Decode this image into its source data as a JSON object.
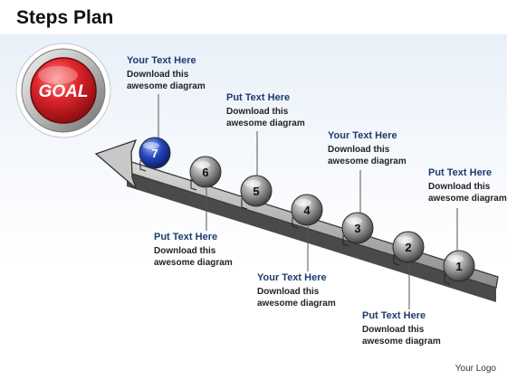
{
  "title": "Steps Plan",
  "goal_label": "GOAL",
  "footer": "Your Logo",
  "colors": {
    "goal_red": "#d8262c",
    "active_step_blue": "#1f3fa8",
    "step_gray": "#7a7a7a",
    "heading_text": "#1d3c6e"
  },
  "steps": [
    {
      "number": "1"
    },
    {
      "number": "2"
    },
    {
      "number": "3"
    },
    {
      "number": "4"
    },
    {
      "number": "5"
    },
    {
      "number": "6"
    },
    {
      "number": "7",
      "active": true
    }
  ],
  "labels": [
    {
      "heading": "Your Text Here",
      "body": "Download this\nawesome diagram"
    },
    {
      "heading": "Put Text Here",
      "body": "Download this\nawesome diagram"
    },
    {
      "heading": "Your Text Here",
      "body": "Download this\nawesome diagram"
    },
    {
      "heading": "Put Text Here",
      "body": "Download this\nawesome diagram"
    },
    {
      "heading": "Put Text Here",
      "body": "Download this\nawesome diagram"
    },
    {
      "heading": "Your Text Here",
      "body": "Download this\nawesome diagram"
    },
    {
      "heading": "Put Text Here",
      "body": "Download this\nawesome diagram"
    }
  ]
}
